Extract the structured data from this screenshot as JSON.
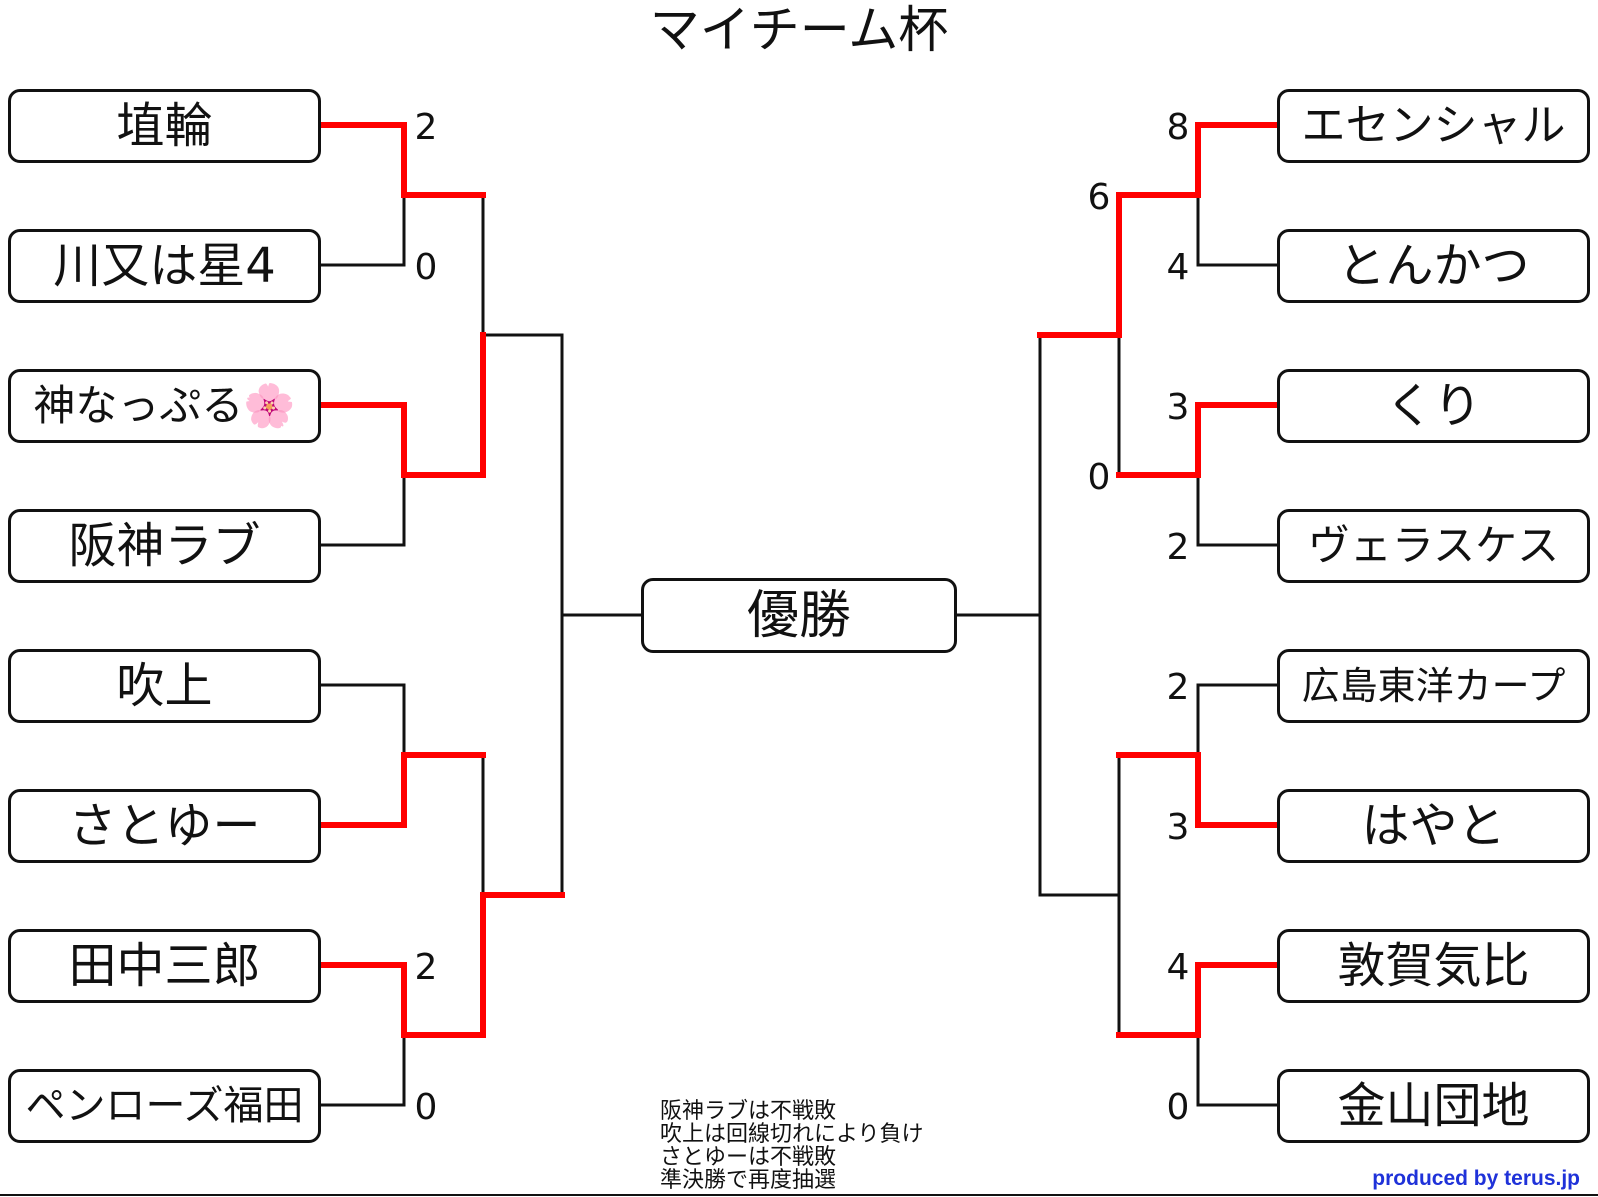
{
  "title": "マイチーム杯",
  "champion_label": "優勝",
  "left_teams": [
    "埴輪",
    "川又は星4",
    "神なっぷる🌸",
    "阪神ラブ",
    "吹上",
    "さとゆー",
    "田中三郎",
    "ペンローズ福田"
  ],
  "right_teams": [
    "エセンシャル",
    "とんかつ",
    "くり",
    "ヴェラスケス",
    "広島東洋カープ",
    "はやと",
    "敦賀気比",
    "金山団地"
  ],
  "scores": {
    "left_round1": [
      "2",
      "0",
      "",
      "",
      "",
      "",
      "2",
      "0"
    ],
    "right_round1": [
      "8",
      "4",
      "3",
      "2",
      "2",
      "3",
      "4",
      "0"
    ],
    "right_round2": [
      "6",
      "0"
    ]
  },
  "notes": [
    "阪神ラブは不戦敗",
    "吹上は回線切れにより負け",
    "さとゆーは不戦敗",
    "準決勝で再度抽選"
  ],
  "credit": "produced by terus.jp",
  "colors": {
    "winner_line": "#ff0000",
    "line": "#111111",
    "credit": "#1f32d9"
  }
}
